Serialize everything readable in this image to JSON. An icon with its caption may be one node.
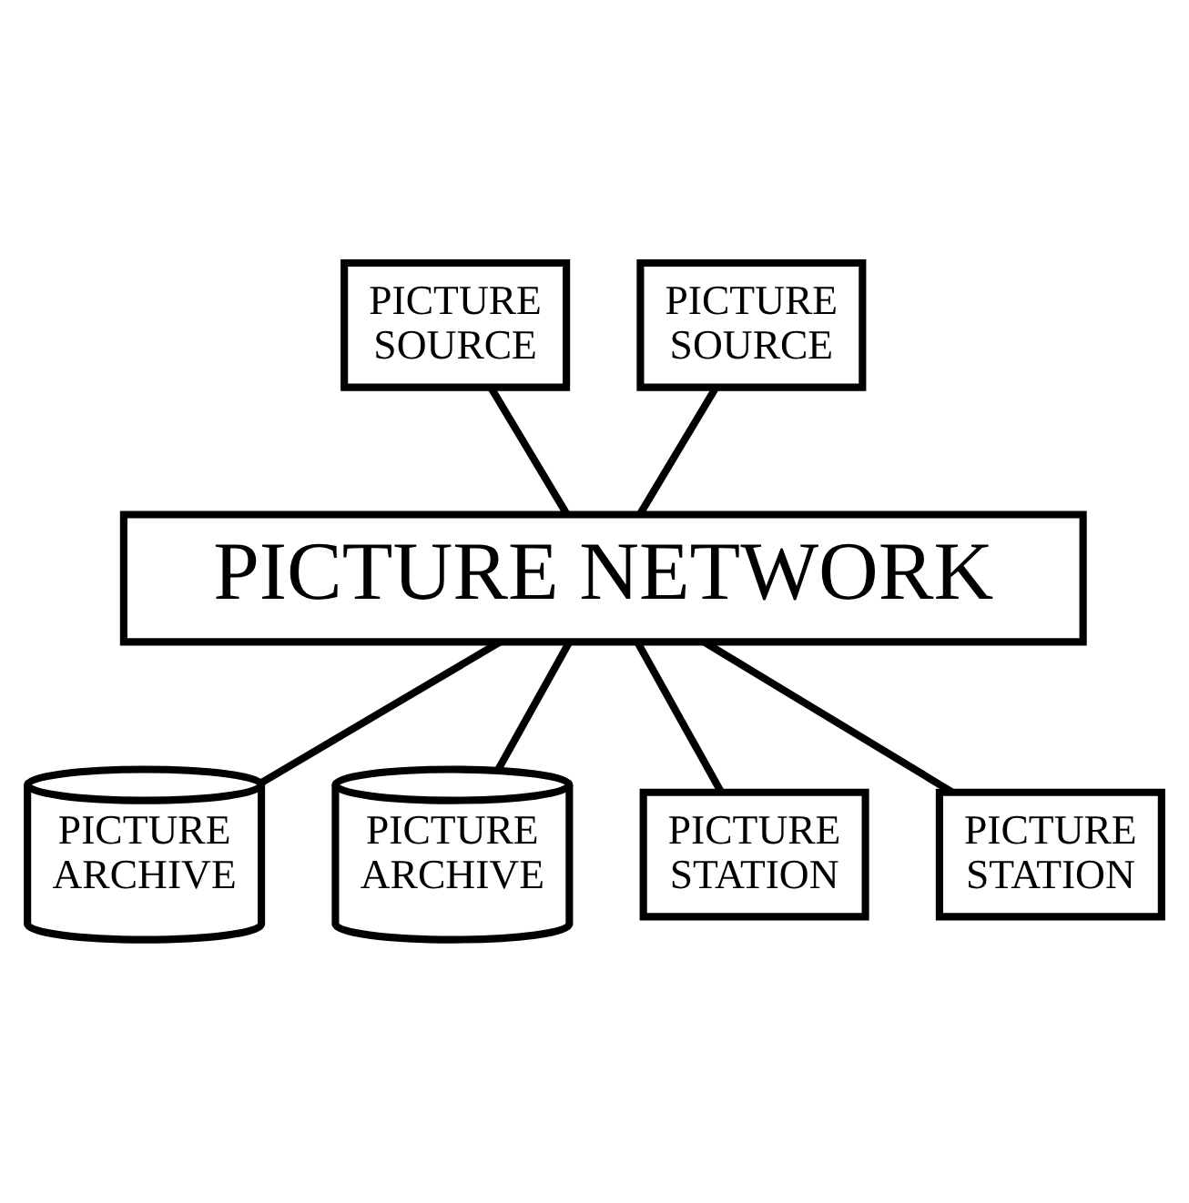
{
  "diagram": {
    "nodes": [
      {
        "text": [
          "PICTURE SOURCE"
        ]
      },
      {
        "text": [
          "PICTURE SOURCE"
        ]
      },
      {
        "text": [
          "PICTURE NETWORK"
        ]
      },
      {
        "text": [
          "PICTURE ARCHIVE"
        ]
      },
      {
        "text": [
          "PICTURE ARCHIVE"
        ]
      },
      {
        "text": [
          "PICTURE STATION"
        ]
      },
      {
        "text": [
          "PICTURE STATION"
        ]
      }
    ],
    "edges": [
      {
        "from": 0,
        "to": 2,
        "arrow": "none"
      },
      {
        "from": 1,
        "to": 2,
        "arrow": "none"
      },
      {
        "from": 2,
        "to": 3,
        "arrow": "none"
      },
      {
        "from": 2,
        "to": 4,
        "arrow": "none"
      },
      {
        "from": 2,
        "to": 5,
        "arrow": "none"
      },
      {
        "from": 2,
        "to": 6,
        "arrow": "none"
      }
    ]
  }
}
